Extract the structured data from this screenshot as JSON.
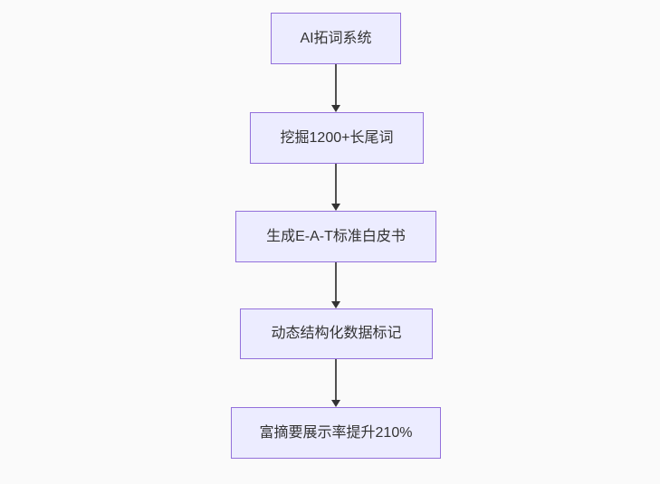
{
  "flowchart": {
    "type": "flowchart",
    "direction": "top-down",
    "nodes": [
      {
        "id": "node-1",
        "label": "AI拓词系统"
      },
      {
        "id": "node-2",
        "label": "挖掘1200+长尾词"
      },
      {
        "id": "node-3",
        "label": "生成E-A-T标准白皮书"
      },
      {
        "id": "node-4",
        "label": "动态结构化数据标记"
      },
      {
        "id": "node-5",
        "label": "富摘要展示率提升210%"
      }
    ],
    "edges": [
      {
        "from": "node-1",
        "to": "node-2",
        "style": "arrow-down"
      },
      {
        "from": "node-2",
        "to": "node-3",
        "style": "arrow-down"
      },
      {
        "from": "node-3",
        "to": "node-4",
        "style": "arrow-down"
      },
      {
        "from": "node-4",
        "to": "node-5",
        "style": "arrow-down"
      }
    ],
    "colors": {
      "node_fill": "#ECECFF",
      "node_border": "#9370DB",
      "node_text": "#333333",
      "arrow": "#333333",
      "background": "#fafafa"
    }
  }
}
